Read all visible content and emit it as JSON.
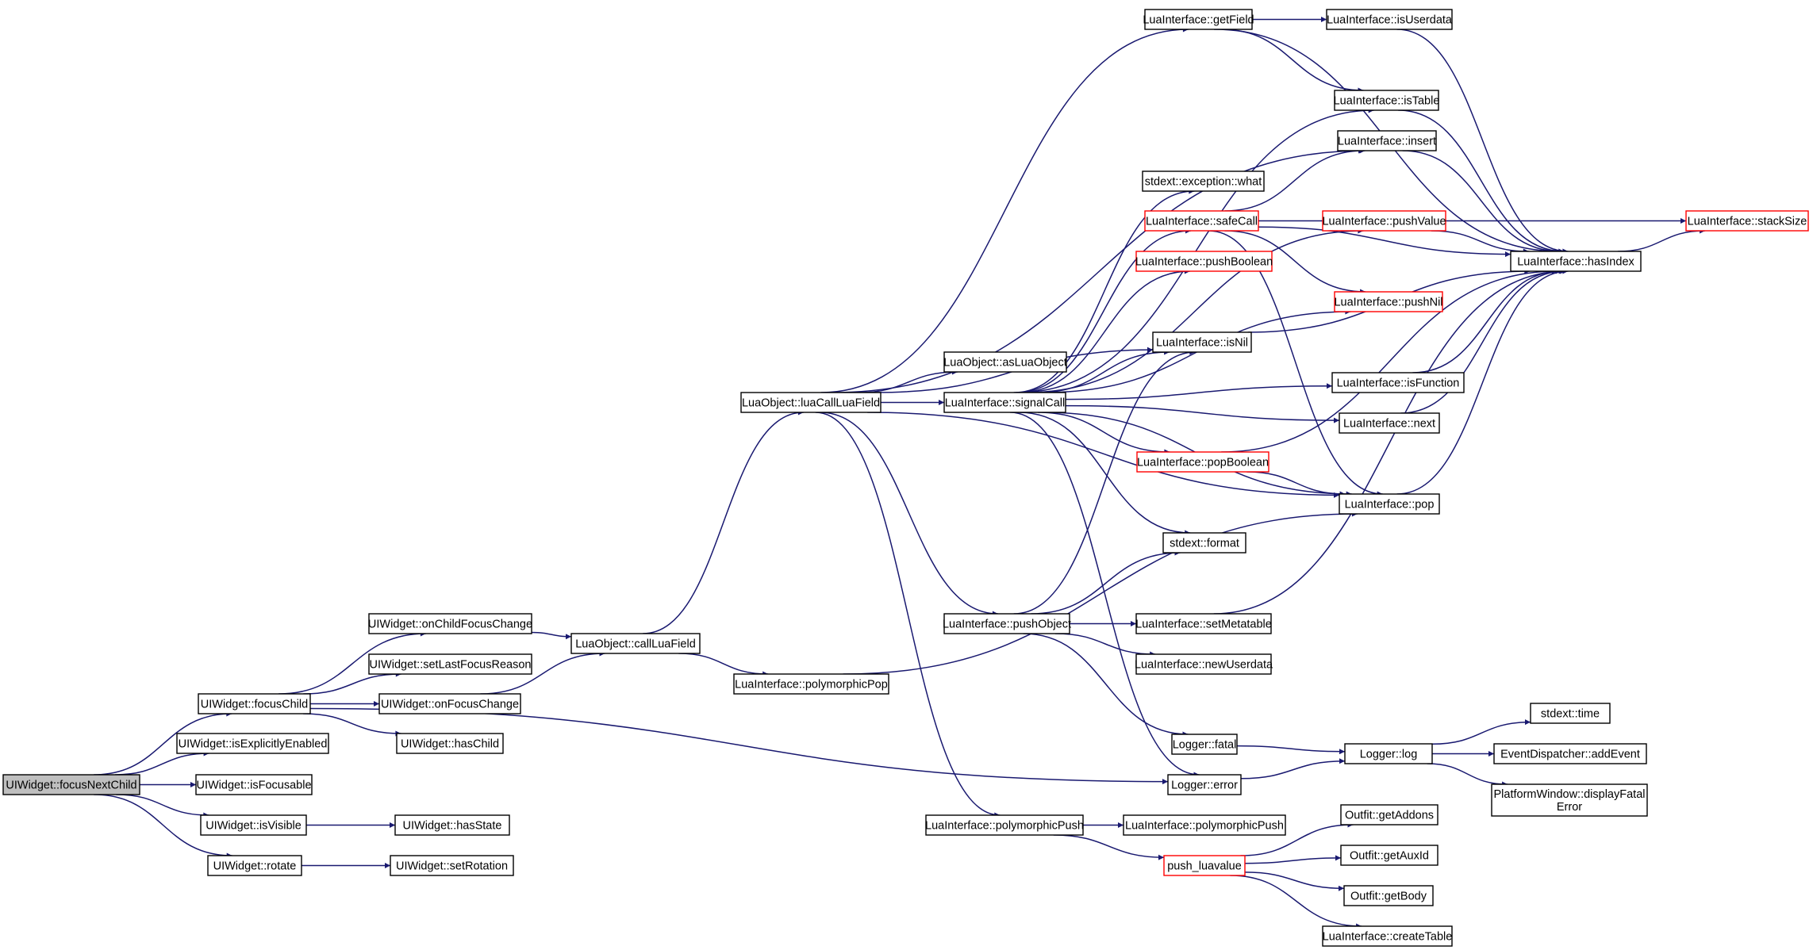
{
  "diagram": {
    "type": "call-graph",
    "colors": {
      "edge": "#191970",
      "node_border": "#000000",
      "truncated_border": "#ff0000",
      "root_fill": "#bfbfbf",
      "node_fill": "#ffffff"
    },
    "nodes": [
      {
        "id": "n0",
        "label": "UIWidget::focusNextChild",
        "root": true
      },
      {
        "id": "n1",
        "label": "UIWidget::focusChild"
      },
      {
        "id": "n2",
        "label": "UIWidget::isExplicitlyEnabled"
      },
      {
        "id": "n3",
        "label": "UIWidget::isFocusable"
      },
      {
        "id": "n4",
        "label": "UIWidget::isVisible"
      },
      {
        "id": "n5",
        "label": "UIWidget::rotate"
      },
      {
        "id": "n6",
        "label": "UIWidget::onChildFocusChange"
      },
      {
        "id": "n7",
        "label": "UIWidget::setLastFocusReason"
      },
      {
        "id": "n8",
        "label": "UIWidget::onFocusChange"
      },
      {
        "id": "n9",
        "label": "UIWidget::hasChild"
      },
      {
        "id": "n10",
        "label": "UIWidget::hasState"
      },
      {
        "id": "n11",
        "label": "UIWidget::setRotation"
      },
      {
        "id": "n12",
        "label": "LuaObject::callLuaField"
      },
      {
        "id": "n13",
        "label": "LuaInterface::polymorphicPop"
      },
      {
        "id": "n14",
        "label": "LuaObject::luaCallLuaField"
      },
      {
        "id": "n15",
        "label": "LuaObject::asLuaObject"
      },
      {
        "id": "n16",
        "label": "LuaInterface::signalCall"
      },
      {
        "id": "n17",
        "label": "LuaInterface::pushObject"
      },
      {
        "id": "n18",
        "label": "LuaInterface::polymorphicPush"
      },
      {
        "id": "n19",
        "label": "LuaInterface::getField"
      },
      {
        "id": "n20",
        "label": "stdext::exception::what"
      },
      {
        "id": "n21",
        "label": "LuaInterface::safeCall",
        "truncated": true
      },
      {
        "id": "n22",
        "label": "LuaInterface::pushBoolean",
        "truncated": true
      },
      {
        "id": "n23",
        "label": "LuaInterface::isNil"
      },
      {
        "id": "n24",
        "label": "LuaInterface::popBoolean",
        "truncated": true
      },
      {
        "id": "n25",
        "label": "stdext::format"
      },
      {
        "id": "n26",
        "label": "LuaInterface::setMetatable"
      },
      {
        "id": "n27",
        "label": "LuaInterface::newUserdata"
      },
      {
        "id": "n28",
        "label": "Logger::fatal"
      },
      {
        "id": "n29",
        "label": "Logger::error"
      },
      {
        "id": "n30",
        "label": "LuaInterface::polymorphicPush"
      },
      {
        "id": "n31",
        "label": "push_luavalue",
        "truncated": true
      },
      {
        "id": "n32",
        "label": "LuaInterface::isUserdata"
      },
      {
        "id": "n33",
        "label": "LuaInterface::isTable"
      },
      {
        "id": "n34",
        "label": "LuaInterface::insert"
      },
      {
        "id": "n35",
        "label": "LuaInterface::pushValue",
        "truncated": true
      },
      {
        "id": "n36",
        "label": "LuaInterface::pushNil",
        "truncated": true
      },
      {
        "id": "n37",
        "label": "LuaInterface::isFunction"
      },
      {
        "id": "n38",
        "label": "LuaInterface::next"
      },
      {
        "id": "n39",
        "label": "LuaInterface::pop"
      },
      {
        "id": "n40",
        "label": "Logger::log"
      },
      {
        "id": "n41",
        "label": "Outfit::getAddons"
      },
      {
        "id": "n42",
        "label": "Outfit::getAuxId"
      },
      {
        "id": "n43",
        "label": "Outfit::getBody"
      },
      {
        "id": "n44",
        "label": "LuaInterface::createTable"
      },
      {
        "id": "n45",
        "label": "LuaInterface::hasIndex"
      },
      {
        "id": "n46",
        "label": "LuaInterface::stackSize",
        "truncated": true
      },
      {
        "id": "n47",
        "label": "stdext::time"
      },
      {
        "id": "n48",
        "label": "EventDispatcher::addEvent"
      },
      {
        "id": "n49",
        "label": "PlatformWindow::displayFatal Error"
      }
    ],
    "edges": [
      [
        "n0",
        "n1"
      ],
      [
        "n0",
        "n2"
      ],
      [
        "n0",
        "n3"
      ],
      [
        "n0",
        "n4"
      ],
      [
        "n0",
        "n5"
      ],
      [
        "n1",
        "n6"
      ],
      [
        "n1",
        "n7"
      ],
      [
        "n1",
        "n8"
      ],
      [
        "n1",
        "n9"
      ],
      [
        "n1",
        "n29"
      ],
      [
        "n4",
        "n10"
      ],
      [
        "n5",
        "n11"
      ],
      [
        "n6",
        "n12"
      ],
      [
        "n8",
        "n12"
      ],
      [
        "n12",
        "n14"
      ],
      [
        "n12",
        "n13"
      ],
      [
        "n13",
        "n39"
      ],
      [
        "n14",
        "n19"
      ],
      [
        "n14",
        "n34"
      ],
      [
        "n14",
        "n23"
      ],
      [
        "n14",
        "n15"
      ],
      [
        "n14",
        "n16"
      ],
      [
        "n14",
        "n17"
      ],
      [
        "n14",
        "n18"
      ],
      [
        "n14",
        "n39"
      ],
      [
        "n16",
        "n33"
      ],
      [
        "n16",
        "n35"
      ],
      [
        "n16",
        "n20"
      ],
      [
        "n16",
        "n21"
      ],
      [
        "n16",
        "n22"
      ],
      [
        "n16",
        "n36"
      ],
      [
        "n16",
        "n23"
      ],
      [
        "n16",
        "n37"
      ],
      [
        "n16",
        "n38"
      ],
      [
        "n16",
        "n24"
      ],
      [
        "n16",
        "n39"
      ],
      [
        "n16",
        "n25"
      ],
      [
        "n16",
        "n29"
      ],
      [
        "n17",
        "n23"
      ],
      [
        "n17",
        "n25"
      ],
      [
        "n17",
        "n26"
      ],
      [
        "n17",
        "n27"
      ],
      [
        "n17",
        "n28"
      ],
      [
        "n18",
        "n30"
      ],
      [
        "n18",
        "n31"
      ],
      [
        "n19",
        "n32"
      ],
      [
        "n19",
        "n33"
      ],
      [
        "n19",
        "n45"
      ],
      [
        "n21",
        "n34"
      ],
      [
        "n21",
        "n46"
      ],
      [
        "n21",
        "n45"
      ],
      [
        "n21",
        "n36"
      ],
      [
        "n21",
        "n39"
      ],
      [
        "n32",
        "n45"
      ],
      [
        "n33",
        "n45"
      ],
      [
        "n34",
        "n45"
      ],
      [
        "n35",
        "n45"
      ],
      [
        "n23",
        "n45"
      ],
      [
        "n37",
        "n45"
      ],
      [
        "n38",
        "n45"
      ],
      [
        "n24",
        "n45"
      ],
      [
        "n24",
        "n39"
      ],
      [
        "n39",
        "n45"
      ],
      [
        "n26",
        "n45"
      ],
      [
        "n45",
        "n46"
      ],
      [
        "n28",
        "n40"
      ],
      [
        "n29",
        "n40"
      ],
      [
        "n40",
        "n47"
      ],
      [
        "n40",
        "n48"
      ],
      [
        "n40",
        "n49"
      ],
      [
        "n31",
        "n41"
      ],
      [
        "n31",
        "n42"
      ],
      [
        "n31",
        "n43"
      ],
      [
        "n31",
        "n44"
      ]
    ]
  }
}
